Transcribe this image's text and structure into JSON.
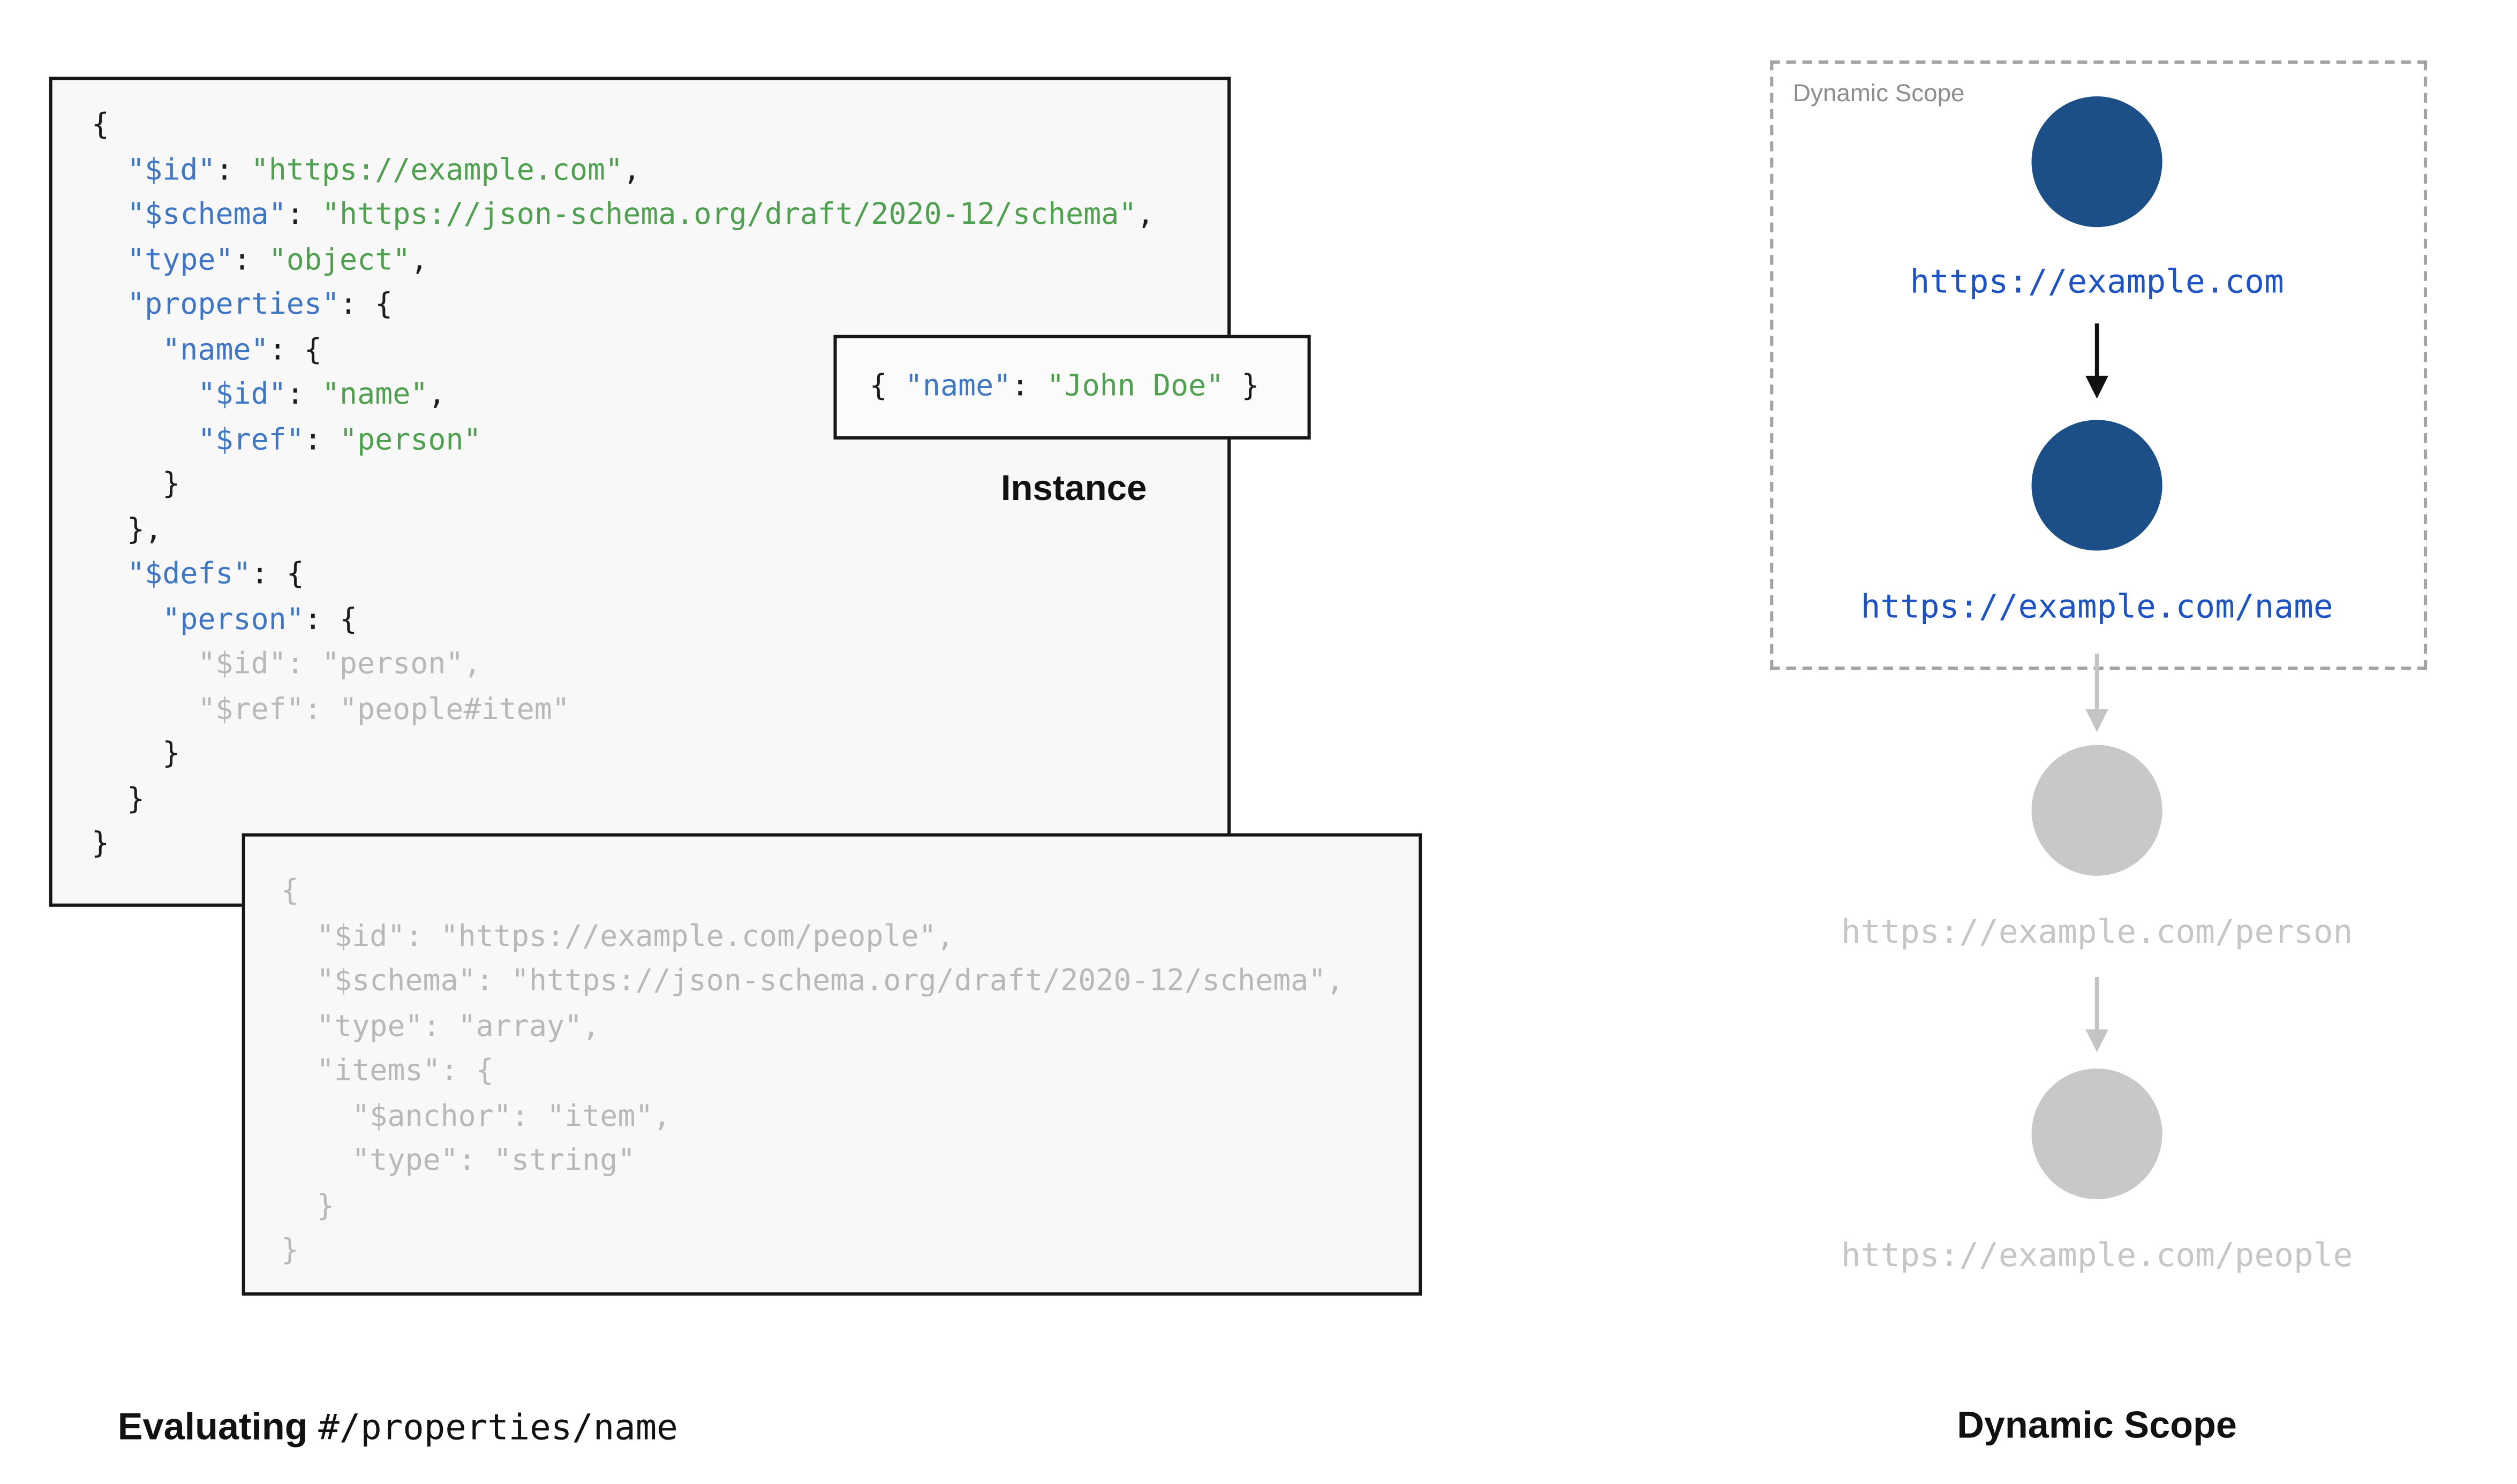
{
  "colors": {
    "key_blue": "#4077c5",
    "value_green": "#50a14f",
    "muted_gray": "#b8b8b8",
    "node_blue": "#1c4e87",
    "node_gray": "#c8c8c8",
    "label_blue": "#1d53c4",
    "label_gray": "#c6c6c6",
    "arrow_gray": "#c4c4c4"
  },
  "main_schema": {
    "lines": [
      [
        [
          "p",
          "{"
        ]
      ],
      [
        [
          "p",
          "  "
        ],
        [
          "k",
          "\"$id\""
        ],
        [
          "p",
          ": "
        ],
        [
          "v",
          "\"https://example.com\""
        ],
        [
          "p",
          ","
        ]
      ],
      [
        [
          "p",
          "  "
        ],
        [
          "k",
          "\"$schema\""
        ],
        [
          "p",
          ": "
        ],
        [
          "v",
          "\"https://json-schema.org/draft/2020-12/schema\""
        ],
        [
          "p",
          ","
        ]
      ],
      [
        [
          "p",
          "  "
        ],
        [
          "k",
          "\"type\""
        ],
        [
          "p",
          ": "
        ],
        [
          "v",
          "\"object\""
        ],
        [
          "p",
          ","
        ]
      ],
      [
        [
          "p",
          "  "
        ],
        [
          "k",
          "\"properties\""
        ],
        [
          "p",
          ": {"
        ]
      ],
      [
        [
          "p",
          "    "
        ],
        [
          "k",
          "\"name\""
        ],
        [
          "p",
          ": {"
        ]
      ],
      [
        [
          "p",
          "      "
        ],
        [
          "k",
          "\"$id\""
        ],
        [
          "p",
          ": "
        ],
        [
          "v",
          "\"name\""
        ],
        [
          "p",
          ","
        ]
      ],
      [
        [
          "p",
          "      "
        ],
        [
          "k",
          "\"$ref\""
        ],
        [
          "p",
          ": "
        ],
        [
          "v",
          "\"person\""
        ]
      ],
      [
        [
          "p",
          "    }"
        ]
      ],
      [
        [
          "p",
          "  },"
        ]
      ],
      [
        [
          "p",
          "  "
        ],
        [
          "k",
          "\"$defs\""
        ],
        [
          "p",
          ": {"
        ]
      ],
      [
        [
          "p",
          "    "
        ],
        [
          "k",
          "\"person\""
        ],
        [
          "p",
          ": {"
        ]
      ],
      [
        [
          "g",
          "      \"$id\": \"person\","
        ]
      ],
      [
        [
          "g",
          "      \"$ref\": \"people#item\""
        ]
      ],
      [
        [
          "p",
          "    }"
        ]
      ],
      [
        [
          "p",
          "  }"
        ]
      ],
      [
        [
          "p",
          "}"
        ]
      ]
    ]
  },
  "people_schema": {
    "lines": [
      [
        [
          "g",
          "{"
        ]
      ],
      [
        [
          "g",
          "  \"$id\": \"https://example.com/people\","
        ]
      ],
      [
        [
          "g",
          "  \"$schema\": \"https://json-schema.org/draft/2020-12/schema\","
        ]
      ],
      [
        [
          "g",
          "  \"type\": \"array\","
        ]
      ],
      [
        [
          "g",
          "  \"items\": {"
        ]
      ],
      [
        [
          "g",
          "    \"$anchor\": \"item\","
        ]
      ],
      [
        [
          "g",
          "    \"type\": \"string\""
        ]
      ],
      [
        [
          "g",
          "  }"
        ]
      ],
      [
        [
          "g",
          "}"
        ]
      ]
    ]
  },
  "instance": {
    "label": "Instance",
    "lines": [
      [
        [
          "p",
          "{ "
        ],
        [
          "k",
          "\"name\""
        ],
        [
          "p",
          ": "
        ],
        [
          "v",
          "\"John Doe\""
        ],
        [
          "p",
          " }"
        ]
      ]
    ]
  },
  "evaluating_caption": {
    "prefix": "Evaluating ",
    "pointer": "#/properties/name"
  },
  "dynamic_scope": {
    "box_label": "Dynamic Scope",
    "caption": "Dynamic Scope",
    "nodes": [
      {
        "url": "https://example.com",
        "state": "active"
      },
      {
        "url": "https://example.com/name",
        "state": "active"
      },
      {
        "url": "https://example.com/person",
        "state": "inactive"
      },
      {
        "url": "https://example.com/people",
        "state": "inactive"
      }
    ]
  }
}
